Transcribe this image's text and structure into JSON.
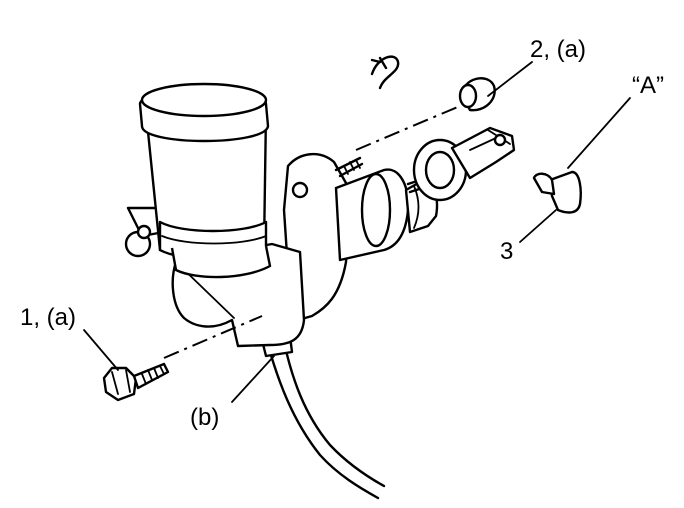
{
  "diagram": {
    "labels": {
      "bolt": "1, (a)",
      "nut": "2, (a)",
      "view_a": "“A”",
      "pin": "3",
      "pipe": "(b)"
    },
    "symbols": {
      "orientation": "forward-arrow-icon"
    }
  }
}
